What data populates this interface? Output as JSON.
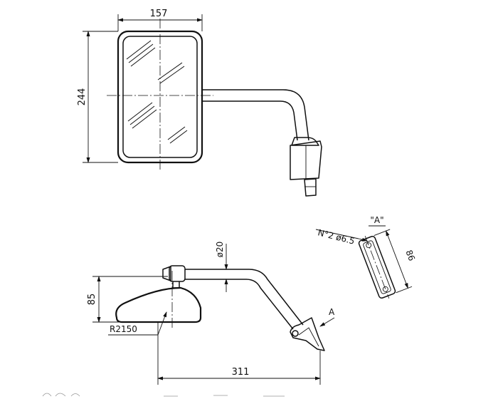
{
  "dimensions": {
    "mirror_width": "157",
    "mirror_height": "244",
    "tube_diameter": "ø20",
    "head_height": "85",
    "head_radius": "R2150",
    "reach": "311",
    "bracket_holes": "N°2  ø6.5",
    "bracket_length": "86"
  },
  "labels": {
    "view_arrow": "A",
    "view_title": "\"A\""
  }
}
